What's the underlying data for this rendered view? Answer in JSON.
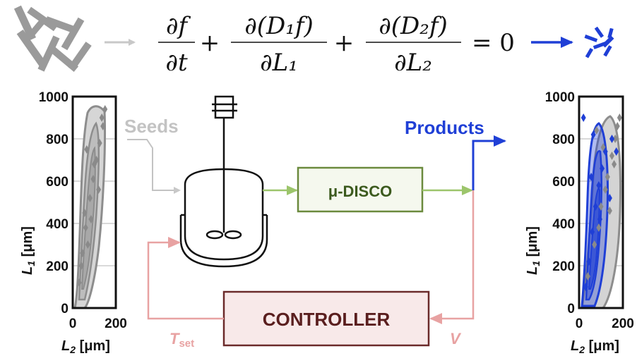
{
  "equation": {
    "t1_num": "∂f",
    "t1_den": "∂t",
    "plus1": "+",
    "t2_num": "∂(D₁f)",
    "t2_den": "∂L₁",
    "plus2": "+",
    "t3_num": "∂(D₂f)",
    "t3_den": "∂L₂",
    "rhs": "= 0"
  },
  "labels": {
    "seeds": "Seeds",
    "products": "Products",
    "disco": "μ-DISCO",
    "controller": "CONTROLLER",
    "tset_main": "T",
    "tset_sub": "set",
    "v": "V"
  },
  "plots": [
    {
      "side": "left",
      "ylabel_main": "L",
      "ylabel_sub": "1",
      "ylabel_unit": " [μm]",
      "xlabel_main": "L",
      "xlabel_sub": "2",
      "xlabel_unit": " [μm]",
      "yticks": [
        "0",
        "200",
        "400",
        "600",
        "800",
        "1000"
      ],
      "xticks": [
        "0",
        "200"
      ]
    },
    {
      "side": "right",
      "ylabel_main": "L",
      "ylabel_sub": "1",
      "ylabel_unit": " [μm]",
      "xlabel_main": "L",
      "xlabel_sub": "2",
      "xlabel_unit": " [μm]",
      "yticks": [
        "0",
        "200",
        "400",
        "600",
        "800",
        "1000"
      ],
      "xticks": [
        "0",
        "200"
      ]
    }
  ],
  "chart_data": [
    {
      "type": "scatter",
      "xlabel": "L2 [μm]",
      "ylabel": "L1 [μm]",
      "xlim": [
        0,
        200
      ],
      "ylim": [
        0,
        1000
      ],
      "xticks": [
        0,
        200
      ],
      "yticks": [
        0,
        200,
        400,
        600,
        800,
        1000
      ],
      "grid": true,
      "series": [
        {
          "color": "#8a8a8a",
          "x": [
            30,
            45,
            60,
            80,
            95,
            110,
            125,
            140,
            70,
            55,
            100,
            135,
            150,
            120,
            85,
            65,
            40
          ],
          "y": [
            120,
            260,
            380,
            520,
            610,
            700,
            780,
            860,
            300,
            450,
            680,
            900,
            940,
            560,
            420,
            750,
            200
          ]
        }
      ]
    },
    {
      "type": "scatter",
      "xlabel": "L2 [μm]",
      "ylabel": "L1 [μm]",
      "xlim": [
        0,
        200
      ],
      "ylim": [
        0,
        1000
      ],
      "xticks": [
        0,
        200
      ],
      "yticks": [
        0,
        200,
        400,
        600,
        800,
        1000
      ],
      "grid": true,
      "series": [
        {
          "color": "#8a8a8a",
          "x": [
            40,
            70,
            100,
            130,
            150,
            165,
            175,
            185,
            120,
            90,
            160,
            140,
            110,
            80
          ],
          "y": [
            150,
            300,
            480,
            620,
            720,
            800,
            860,
            900,
            560,
            380,
            680,
            460,
            760,
            840
          ]
        },
        {
          "color": "#1f3fd6",
          "x": [
            30,
            45,
            60,
            75,
            90,
            105,
            120,
            150,
            170,
            20,
            55,
            95,
            140,
            65
          ],
          "y": [
            100,
            220,
            360,
            480,
            580,
            660,
            740,
            800,
            740,
            900,
            620,
            420,
            520,
            820
          ]
        }
      ]
    }
  ]
}
